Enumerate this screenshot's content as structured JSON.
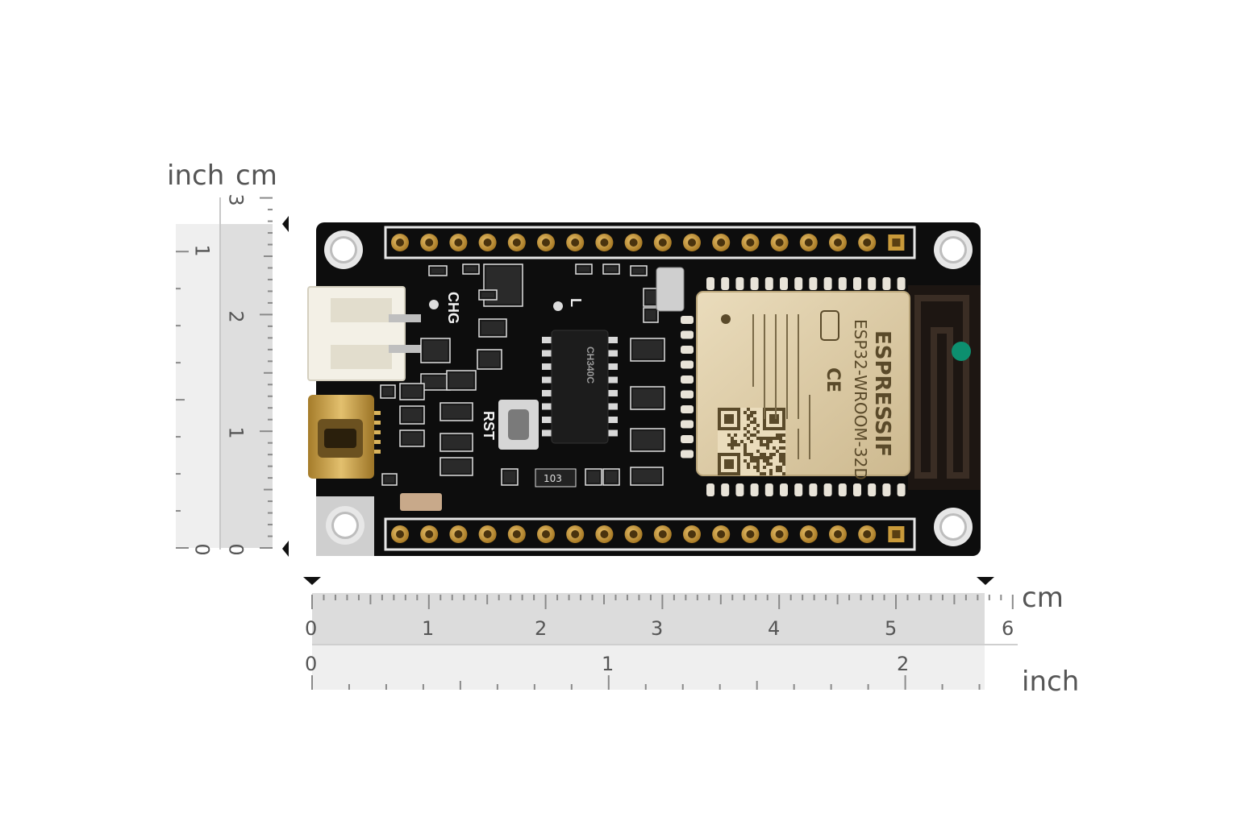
{
  "board": {
    "silkscreen": {
      "chg": "CHG",
      "l": "L",
      "rst": "RST",
      "resistor": "103",
      "usb_chip": "CH340C"
    },
    "module": {
      "brand": "ESPRESSIF",
      "model": "ESP32-WROOM-32D",
      "ce": "CE"
    },
    "colors": {
      "pcb": "#0d0d0d",
      "gold": "#c99a3a",
      "module_shield": "#d9c9a6"
    }
  },
  "horizontal_ruler": {
    "cm_unit": "cm",
    "inch_unit": "inch",
    "cm_labels": [
      "0",
      "1",
      "2",
      "3",
      "4",
      "5",
      "6"
    ],
    "inch_labels": [
      "0",
      "1",
      "2"
    ]
  },
  "vertical_ruler": {
    "inch_unit": "inch",
    "cm_unit": "cm",
    "cm_labels": [
      "0",
      "1",
      "2",
      "3"
    ],
    "inch_labels": [
      "0",
      "1"
    ]
  },
  "dimensions": {
    "width_cm": 5.8,
    "height_cm": 2.8
  }
}
